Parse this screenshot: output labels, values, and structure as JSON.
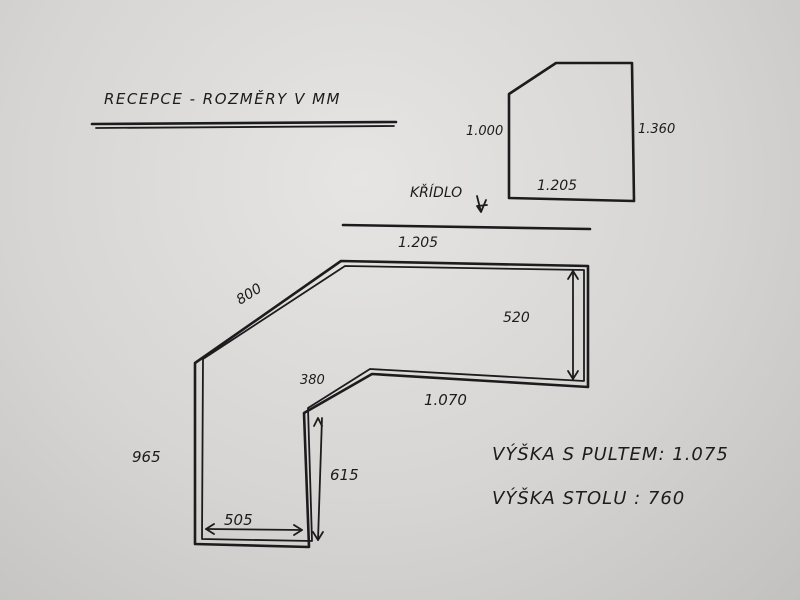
{
  "title": "RECEPCE - ROZMĚRY V MM",
  "wing": {
    "label": "KŘÍDLO",
    "dim_left": "1.000",
    "dim_right": "1.360",
    "dim_bottom": "1.205"
  },
  "main": {
    "dim_top": "1.205",
    "dim_diagonal": "800",
    "dim_right_depth": "520",
    "dim_inner_bottom": "1.070",
    "dim_inner_diagonal": "380",
    "dim_left_height": "965",
    "dim_inner_height": "615",
    "dim_bottom_width": "505"
  },
  "heights": {
    "counter": "VÝŠKA S PULTEM: 1.075",
    "table": "VÝŠKA STOLU : 760"
  },
  "colors": {
    "ink": "#1c1c1e",
    "paper": "#dddcda"
  }
}
